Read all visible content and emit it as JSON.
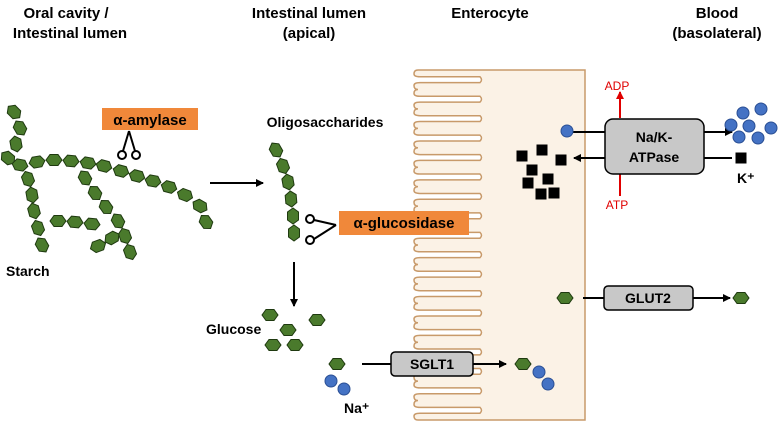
{
  "headers": {
    "oral": [
      "Oral cavity /",
      "Intestinal lumen"
    ],
    "intestinal": [
      "Intestinal lumen",
      "(apical)"
    ],
    "enterocyte": "Enterocyte",
    "blood": [
      "Blood",
      "(basolateral)"
    ]
  },
  "labels": {
    "starch": "Starch",
    "oligosaccharides": "Oligosaccharides",
    "glucose": "Glucose",
    "sodium": "Na⁺",
    "potassium": "K⁺",
    "adp": "ADP",
    "atp": "ATP"
  },
  "enzymes": {
    "amylase": "α-amylase",
    "glucosidase": "α-glucosidase"
  },
  "transporters": {
    "atpase": [
      "Na/K-",
      "ATPase"
    ],
    "glut2": "GLUT2",
    "sglt1": "SGLT1"
  },
  "colors": {
    "glucose_fill": "#4a7a2c",
    "sodium_fill": "#4472c4",
    "potassium_fill": "#000000",
    "enzyme_bg": "#f0883a",
    "transporter_bg": "#c8c8c8",
    "energy_arrow": "#e00000",
    "membrane_fill": "#fbf2e6",
    "membrane_stroke": "#c89a6a"
  }
}
